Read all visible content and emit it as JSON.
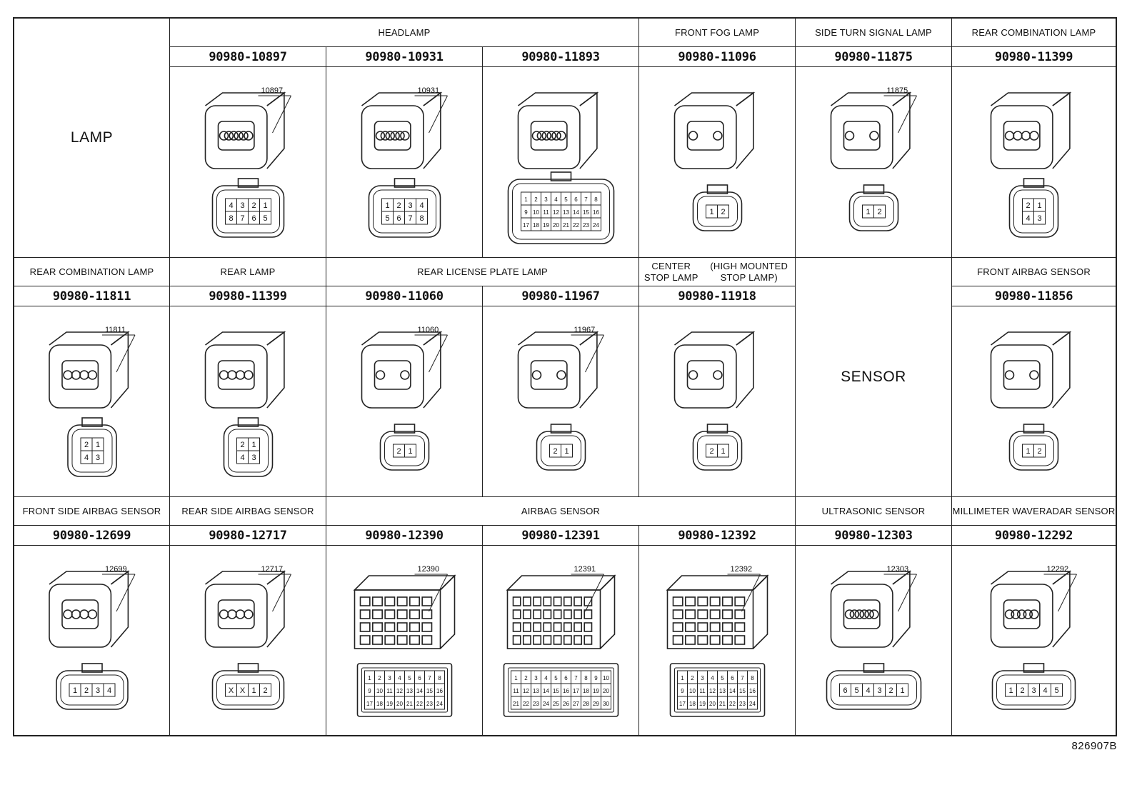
{
  "figure_id": "826907B",
  "rows": [
    {
      "category": {
        "label": "LAMP"
      },
      "groups": [
        {
          "label": "HEADLAMP",
          "span": 3
        },
        {
          "label": "FRONT FOG LAMP",
          "span": 1
        },
        {
          "label": "SIDE TURN SIGNAL LAMP",
          "span": 1
        },
        {
          "label": "REAR COMBINATION LAMP",
          "span": 1
        }
      ],
      "connectors": [
        {
          "part": "90980-10897",
          "callout": "10897",
          "pins": [
            "4",
            "3",
            "2",
            "1",
            "8",
            "7",
            "6",
            "5"
          ],
          "style": "round"
        },
        {
          "part": "90980-10931",
          "callout": "10931",
          "pins": [
            "1",
            "2",
            "3",
            "4",
            "5",
            "6",
            "7",
            "8"
          ],
          "style": "sealed"
        },
        {
          "part": "90980-11893",
          "callout": "",
          "pins": [
            "1",
            "2",
            "3",
            "4",
            "5",
            "6",
            "7",
            "8",
            "9",
            "10",
            "11",
            "12",
            "13",
            "14",
            "15",
            "16",
            "17",
            "18",
            "19",
            "20",
            "21",
            "22",
            "23",
            "24"
          ],
          "style": "wide"
        },
        {
          "part": "90980-11096",
          "callout": "",
          "pins": [
            "1",
            "2"
          ],
          "style": "oval2"
        },
        {
          "part": "90980-11875",
          "callout": "11875",
          "pins": [
            "1",
            "2"
          ],
          "style": "small2"
        },
        {
          "part": "90980-11399",
          "callout": "",
          "pins": [
            "2",
            "1",
            "4",
            "3"
          ],
          "style": "clip4"
        }
      ]
    },
    {
      "groups": [
        {
          "label": "REAR COMBINATION LAMP",
          "span": 1
        },
        {
          "label": "REAR LAMP",
          "span": 1
        },
        {
          "label": "REAR LICENSE PLATE LAMP",
          "span": 2
        },
        {
          "label": "CENTER STOP LAMP (HIGH MOUNTED STOP LAMP)",
          "label_lines": [
            "CENTER STOP LAMP",
            "(HIGH MOUNTED STOP LAMP)"
          ],
          "span": 1
        },
        {
          "label": "SENSOR",
          "span": 1,
          "category": true
        },
        {
          "label": "FRONT AIRBAG SENSOR",
          "span": 1
        }
      ],
      "connectors": [
        {
          "part": "90980-11811",
          "callout": "11811",
          "pins": [
            "2",
            "1",
            "4",
            "3"
          ],
          "style": "clip4"
        },
        {
          "part": "90980-11399",
          "callout": "",
          "pins": [
            "2",
            "1",
            "4",
            "3"
          ],
          "style": "clip4"
        },
        {
          "part": "90980-11060",
          "callout": "11060",
          "pins": [
            "2",
            "1"
          ],
          "style": "clip2"
        },
        {
          "part": "90980-11967",
          "callout": "11967",
          "pins": [
            "2",
            "1"
          ],
          "style": "clip2r"
        },
        {
          "part": "90980-11918",
          "callout": "",
          "pins": [
            "2",
            "1"
          ],
          "style": "tall2"
        },
        null,
        {
          "part": "90980-11856",
          "callout": "",
          "pins": [
            "1",
            "2"
          ],
          "style": "oval2b"
        }
      ]
    },
    {
      "groups": [
        {
          "label": "FRONT SIDE AIRBAG SENSOR",
          "span": 1
        },
        {
          "label": "REAR SIDE AIRBAG SENSOR",
          "span": 1
        },
        {
          "label": "AIRBAG SENSOR",
          "span": 3
        },
        {
          "label": "ULTRASONIC SENSOR",
          "span": 1
        },
        {
          "label": "MILLIMETER WAVE RADAR SENSOR",
          "label_lines": [
            "MILLIMETER WAVE",
            "RADAR SENSOR"
          ],
          "span": 1
        }
      ],
      "connectors": [
        {
          "part": "90980-12699",
          "callout": "12699",
          "pins": [
            "1",
            "2",
            "3",
            "4"
          ],
          "style": "row"
        },
        {
          "part": "90980-12717",
          "callout": "12717",
          "pins": [
            "X",
            "X",
            "1",
            "2"
          ],
          "style": "rowx"
        },
        {
          "part": "90980-12390",
          "callout": "12390",
          "pins": [
            "1",
            "2",
            "3",
            "4",
            "5",
            "6",
            "7",
            "8",
            "9",
            "10",
            "11",
            "12",
            "13",
            "14",
            "15",
            "16",
            "17",
            "18",
            "19",
            "20",
            "21",
            "22",
            "23",
            "24"
          ],
          "style": "grid8"
        },
        {
          "part": "90980-12391",
          "callout": "12391",
          "pins": [
            "1",
            "2",
            "3",
            "4",
            "5",
            "6",
            "7",
            "8",
            "9",
            "10",
            "11",
            "12",
            "13",
            "14",
            "15",
            "16",
            "17",
            "18",
            "19",
            "20",
            "21",
            "22",
            "23",
            "24",
            "25",
            "26",
            "27",
            "28",
            "29",
            "30"
          ],
          "style": "grid10"
        },
        {
          "part": "90980-12392",
          "callout": "12392",
          "pins": [
            "1",
            "2",
            "3",
            "4",
            "5",
            "6",
            "7",
            "8",
            "9",
            "10",
            "11",
            "12",
            "13",
            "14",
            "15",
            "16",
            "17",
            "18",
            "19",
            "20",
            "21",
            "22",
            "23",
            "24"
          ],
          "style": "grid8"
        },
        {
          "part": "90980-12303",
          "callout": "12303",
          "pins": [
            "6",
            "5",
            "4",
            "3",
            "2",
            "1"
          ],
          "style": "row6"
        },
        {
          "part": "90980-12292",
          "callout": "12292",
          "pins": [
            "1",
            "2",
            "3",
            "4",
            "5"
          ],
          "style": "row5"
        }
      ]
    }
  ]
}
